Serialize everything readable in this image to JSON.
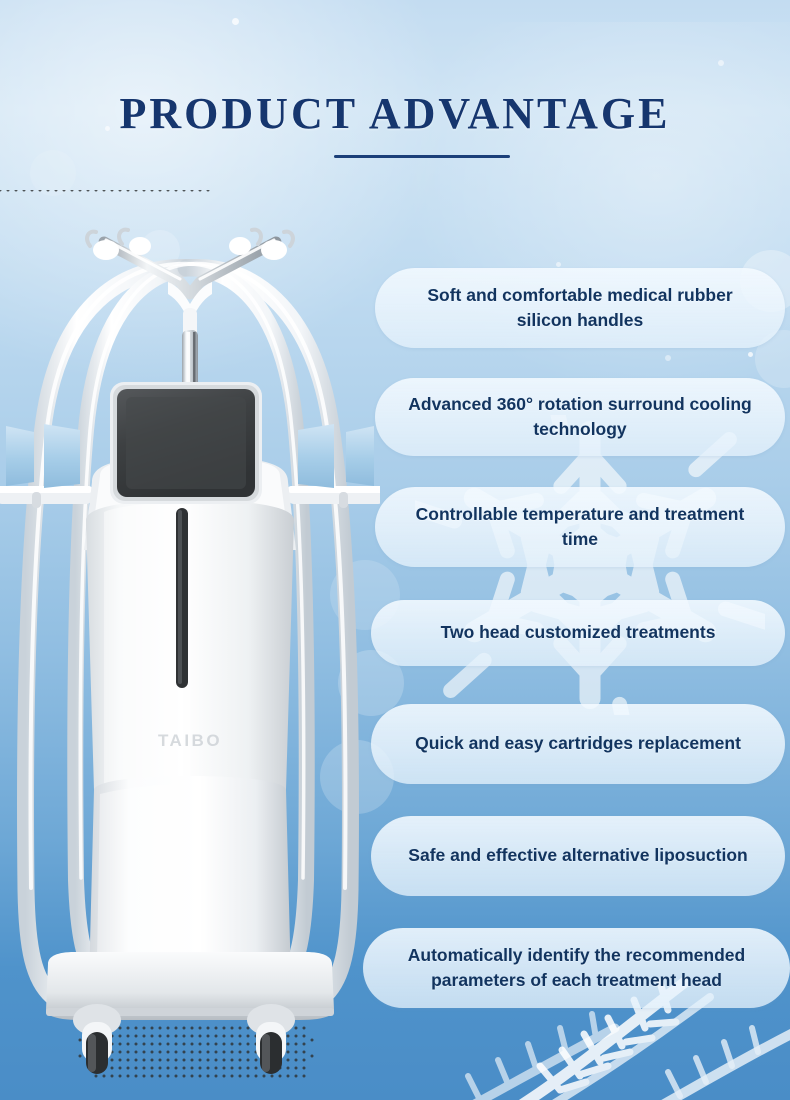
{
  "page": {
    "title": "PRODUCT ADVANTAGE",
    "background_top_color": "#c3dcf1",
    "background_bottom_color": "#4a8dc7",
    "title_color": "#16366e",
    "card_text_color": "#12345f",
    "card_bg_color": "#eaf4fd"
  },
  "features": [
    {
      "id": "handles",
      "text": "Soft and comfortable medical rubber silicon handles"
    },
    {
      "id": "cooling",
      "text": "Advanced 360° rotation surround cooling technology"
    },
    {
      "id": "temperature",
      "text": "Controllable temperature and treatment time"
    },
    {
      "id": "two-head",
      "text": "Two head customized treatments"
    },
    {
      "id": "cartridges",
      "text": "Quick and easy cartridges replacement"
    },
    {
      "id": "liposuction",
      "text": "Safe and effective alternative liposuction"
    },
    {
      "id": "auto-params",
      "text": "Automatically identify the recommended parameters of each treatment head"
    }
  ],
  "product": {
    "brand_label": "TAIBO",
    "screen_color": "#3a3c3e",
    "body_color": "#ffffff",
    "cradle_color": "#a8cfe8",
    "led_color": "#2f33e0",
    "handle_count": 4,
    "caster_count": 2
  },
  "decor": {
    "snowflake_color": "#ffffff",
    "snowflake_label": "snowflake-graphic"
  }
}
